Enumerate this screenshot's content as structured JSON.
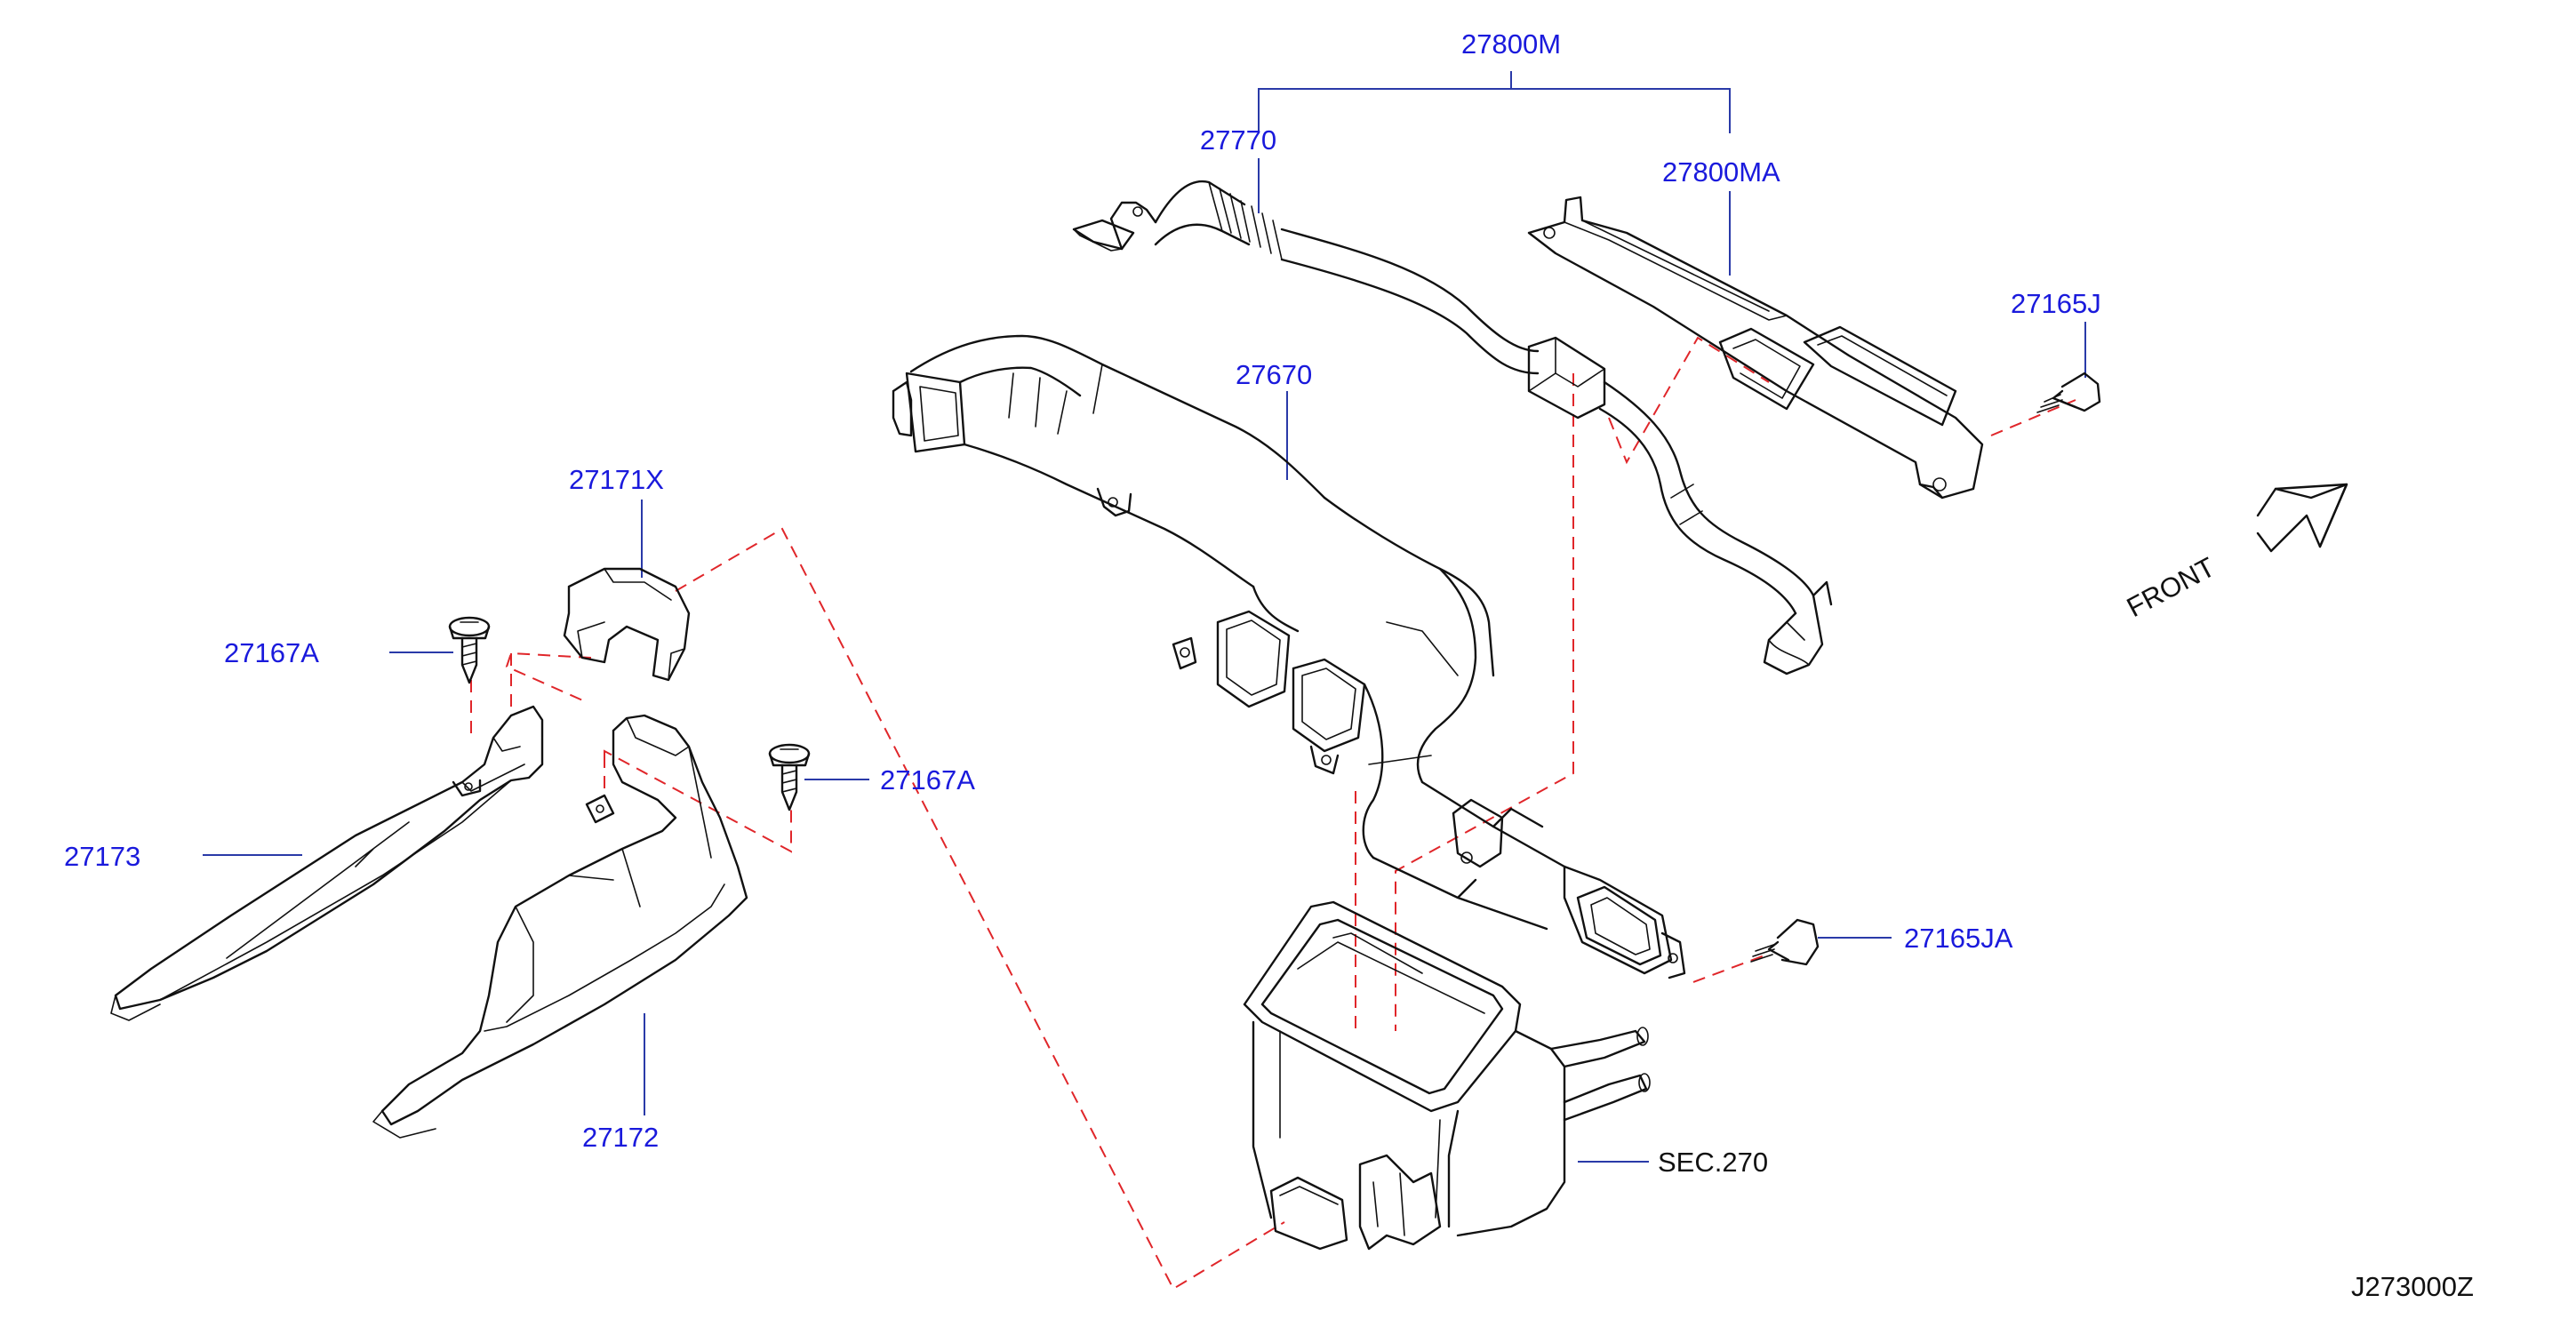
{
  "diagram": {
    "callouts": {
      "assembly": "27800M",
      "duct_rear": "27770",
      "duct_side": "27800MA",
      "clip_j": "27165J",
      "duct_main": "27670",
      "joint": "27171X",
      "screw_a_left": "27167A",
      "screw_a_right": "27167A",
      "floor_duct_left": "27173",
      "floor_duct_right": "27172",
      "clip_ja": "27165JA",
      "section_ref": "SEC.270"
    },
    "front_label": "FRONT",
    "figure_code": "J273000Z",
    "colors": {
      "part_number": "#1a1adc",
      "leader": "#2a3aa8",
      "outline": "#111111",
      "dash": "#e0262a",
      "black_text": "#111111"
    }
  }
}
